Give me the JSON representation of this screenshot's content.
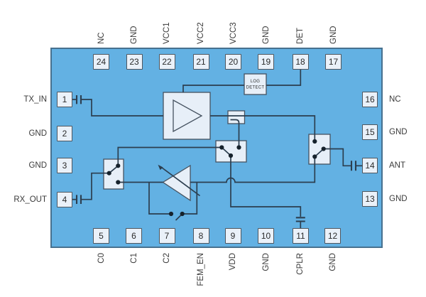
{
  "pins": {
    "top": [
      {
        "number": "24",
        "label": "NC"
      },
      {
        "number": "23",
        "label": "GND"
      },
      {
        "number": "22",
        "label": "VCC1"
      },
      {
        "number": "21",
        "label": "VCC2"
      },
      {
        "number": "20",
        "label": "VCC3"
      },
      {
        "number": "19",
        "label": "GND"
      },
      {
        "number": "18",
        "label": "DET"
      },
      {
        "number": "17",
        "label": "GND"
      }
    ],
    "bottom": [
      {
        "number": "5",
        "label": "C0"
      },
      {
        "number": "6",
        "label": "C1"
      },
      {
        "number": "7",
        "label": "C2"
      },
      {
        "number": "8",
        "label": "FEM_EN"
      },
      {
        "number": "9",
        "label": "VDD"
      },
      {
        "number": "10",
        "label": "GND"
      },
      {
        "number": "11",
        "label": "CPLR"
      },
      {
        "number": "12",
        "label": "GND"
      }
    ],
    "left": [
      {
        "number": "1",
        "label": "TX_IN"
      },
      {
        "number": "2",
        "label": "GND"
      },
      {
        "number": "3",
        "label": "GND"
      },
      {
        "number": "4",
        "label": "RX_OUT"
      }
    ],
    "right": [
      {
        "number": "16",
        "label": "NC"
      },
      {
        "number": "15",
        "label": "GND"
      },
      {
        "number": "14",
        "label": "ANT"
      },
      {
        "number": "13",
        "label": "GND"
      }
    ]
  },
  "components": {
    "log_detector": {
      "line1": "LOG",
      "line2": "DETECT"
    }
  },
  "colors": {
    "chip_fill": "#63B1E3",
    "chip_border": "#47718F",
    "component_fill": "#E7EFF8",
    "component_border": "#455260",
    "wire": "#2C3E4F",
    "pin_fill": "#EAF1F9",
    "pin_border": "#4F565E",
    "label_text": "#3A3A3A"
  }
}
